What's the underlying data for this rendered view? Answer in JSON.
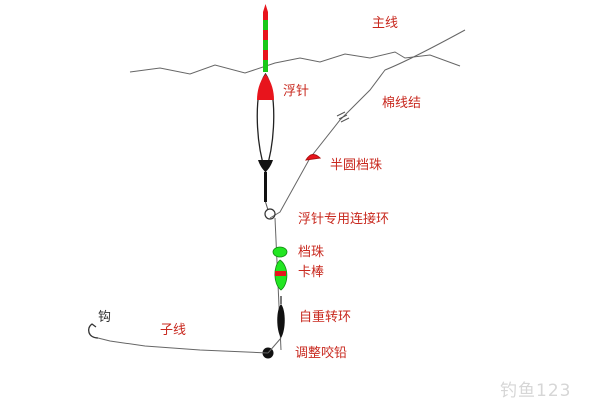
{
  "diagram": {
    "labels": {
      "main_line": "主线",
      "float": "浮针",
      "cotton_knot": "棉线结",
      "half_bead": "半圆档珠",
      "float_ring": "浮针专用连接环",
      "stop_bead": "档珠",
      "clamp_bar": "卡棒",
      "swivel": "自重转环",
      "adjust_lead": "调整咬铅",
      "hook": "钩",
      "sub_line": "子线"
    },
    "watermark": "钓鱼123"
  },
  "colors": {
    "label": "#c8281e",
    "line": "#555555",
    "float_red": "#e8141c",
    "float_green": "#18c818",
    "bead_green": "#22e622",
    "lead_black": "#111111"
  }
}
